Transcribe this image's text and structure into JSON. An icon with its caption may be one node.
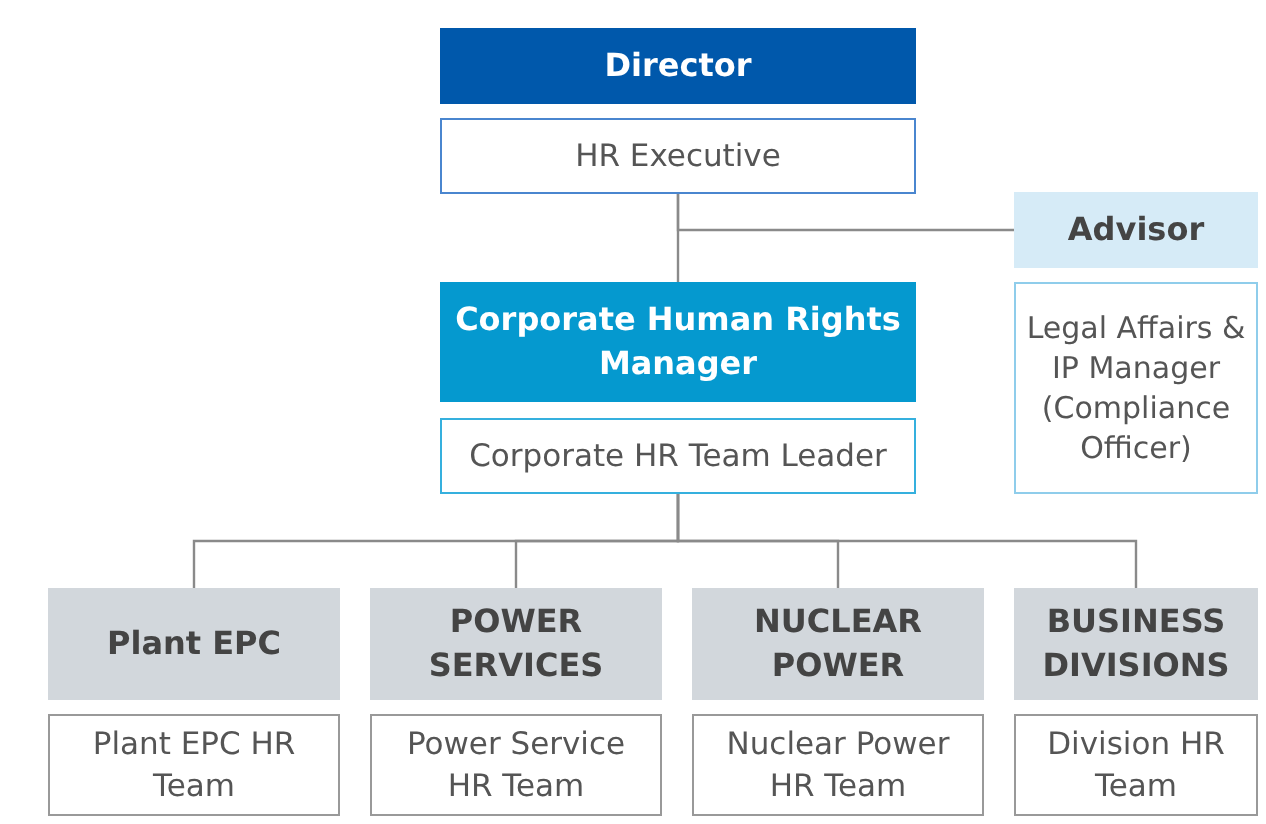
{
  "diagram": {
    "nodes": [
      {
        "text": [
          "Director"
        ]
      },
      {
        "text": [
          "HR Executive"
        ]
      },
      {
        "text": [
          "Advisor"
        ]
      },
      {
        "text": [
          "Legal Affairs & IP Manager (Compliance Officer)"
        ]
      },
      {
        "text": [
          "Corporate Human Rights Manager"
        ]
      },
      {
        "text": [
          "Corporate HR Team Leader"
        ]
      },
      {
        "text": [
          "Plant EPC"
        ]
      },
      {
        "text": [
          "Plant EPC HR Team"
        ]
      },
      {
        "text": [
          "POWER SERVICES"
        ]
      },
      {
        "text": [
          "Power Service HR Team"
        ]
      },
      {
        "text": [
          "NUCLEAR POWER"
        ]
      },
      {
        "text": [
          "Nuclear Power HR Team"
        ]
      },
      {
        "text": [
          "BUSINESS DIVISIONS"
        ]
      },
      {
        "text": [
          "Division HR Team"
        ]
      }
    ],
    "edges": [
      {
        "from": 1,
        "to": 4,
        "arrow": "none"
      },
      {
        "from": 1,
        "to": 2,
        "arrow": "none"
      },
      {
        "from": 5,
        "to": 6,
        "arrow": "none"
      },
      {
        "from": 5,
        "to": 8,
        "arrow": "none"
      },
      {
        "from": 5,
        "to": 10,
        "arrow": "none"
      },
      {
        "from": 5,
        "to": 12,
        "arrow": "none"
      }
    ]
  }
}
